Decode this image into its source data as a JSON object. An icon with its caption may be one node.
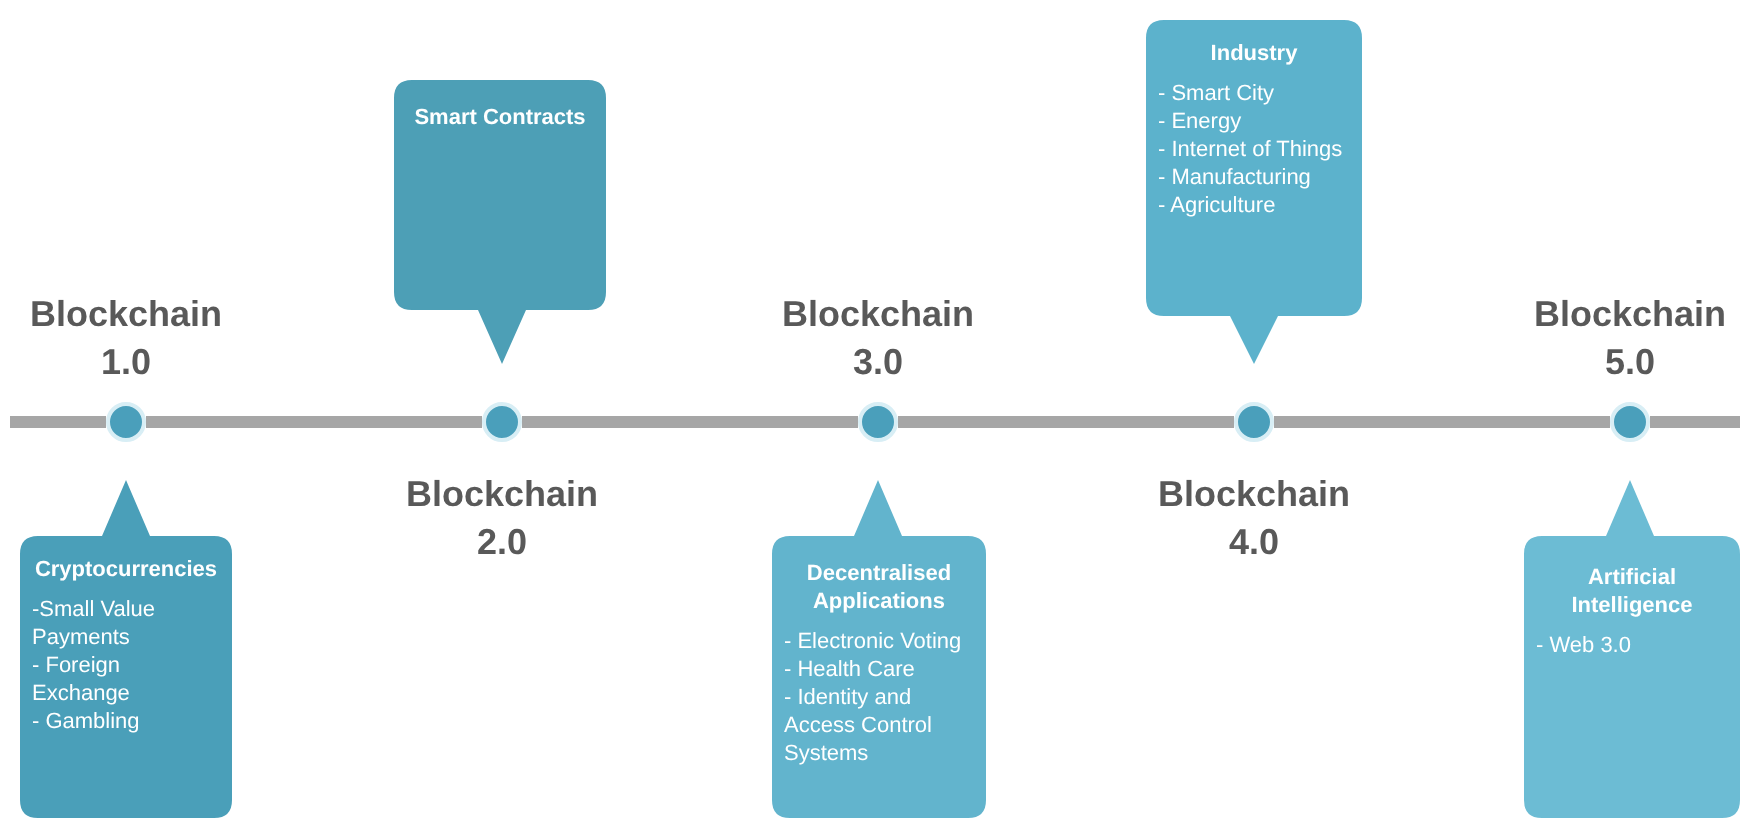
{
  "diagram": {
    "nodes": [
      {
        "text": [],
        "shape": "circle",
        "beside": [
          "Blockchain 1.0"
        ]
      },
      {
        "text": [],
        "shape": "circle",
        "beside": [
          "Blockchain 2.0"
        ]
      },
      {
        "text": [],
        "shape": "circle",
        "beside": [
          "Blockchain 3.0"
        ]
      },
      {
        "text": [],
        "shape": "circle",
        "beside": [
          "Blockchain 4.0"
        ]
      },
      {
        "text": [],
        "shape": "circle",
        "beside": [
          "Blockchain 5.0"
        ]
      },
      {
        "text": [
          "Cryptocurrencies",
          "-Small Value Payments",
          "- Foreign Exchange",
          "- Gambling"
        ]
      },
      {
        "text": [
          "Smart Contracts"
        ]
      },
      {
        "text": [
          "Decentralised Applications",
          "- Electronic Voting",
          "- Health Care",
          "- Identity and Access Control Systems"
        ]
      },
      {
        "text": [
          "Industry",
          "- Smart City",
          "- Energy",
          "- Internet of Things",
          "- Manufacturing",
          "- Agriculture"
        ]
      },
      {
        "text": [
          "Artificial Intelligence",
          "- Web 3.0"
        ]
      }
    ],
    "edges": [
      {
        "from": 0,
        "to": 1,
        "arrow": "none"
      },
      {
        "from": 1,
        "to": 2,
        "arrow": "none"
      },
      {
        "from": 2,
        "to": 3,
        "arrow": "none"
      },
      {
        "from": 3,
        "to": 4,
        "arrow": "none"
      }
    ]
  }
}
